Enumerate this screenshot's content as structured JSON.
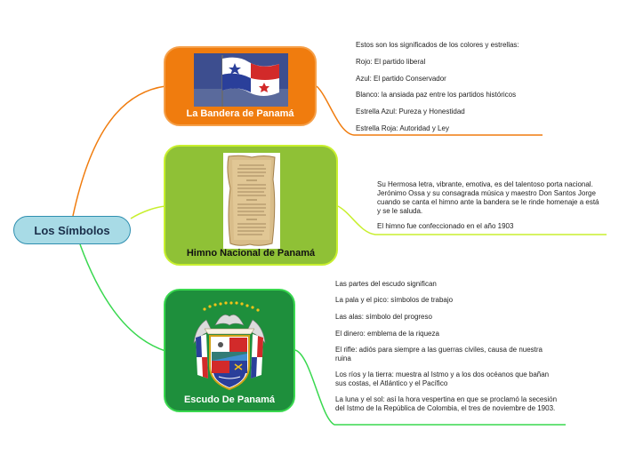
{
  "central_topic": "Los Símbolos",
  "colors": {
    "root_fill": "#a8dbe6",
    "flag_branch": "#f07c0e",
    "anthem_branch": "#8fc136",
    "anthem_line": "#c8ef2e",
    "shield_branch": "#1e8f3c",
    "shield_line": "#39d84f"
  },
  "branches": [
    {
      "title": "La Bandera de Panamá",
      "image_icon": "panama-flag-image",
      "notes": [
        "Estos son los significados de los colores y estrellas:",
        "Rojo: El partido liberal",
        "Azul: El partido Conservador",
        "Blanco: la ansiada paz entre los partidos históricos",
        "Estrella Azul: Pureza y Honestidad",
        "Estrella Roja: Autoridad y Ley"
      ]
    },
    {
      "title": "Himno Nacional de Panamá",
      "image_icon": "anthem-scroll-image",
      "notes": [
        "Su Hermosa letra, vibrante, emotiva, es del talentoso porta nacional. Jerónimo Ossa y su consagrada música y maestro Don Santos Jorge cuando se canta el himno ante la bandera se le rinde homenaje a está y se le saluda.",
        "El himno fue confeccionado en el año 1903"
      ]
    },
    {
      "title": "Escudo De Panamá",
      "image_icon": "coat-of-arms-image",
      "notes": [
        "Las partes del escudo significan",
        "La pala y el pico: símbolos de trabajo",
        "Las alas: símbolo del progreso",
        "El dinero: emblema de la riqueza",
        "El rifle: adiós para siempre a las guerras civiles, causa de nuestra ruina",
        "Los ríos y la tierra: muestra al Istmo y a los dos océanos que bañan sus costas, el Atlántico y el Pacífico",
        "La luna y el sol: así la hora vespertina en que se proclamó la secesión del Istmo de la República de Colombia, el tres de noviembre de 1903."
      ]
    }
  ]
}
